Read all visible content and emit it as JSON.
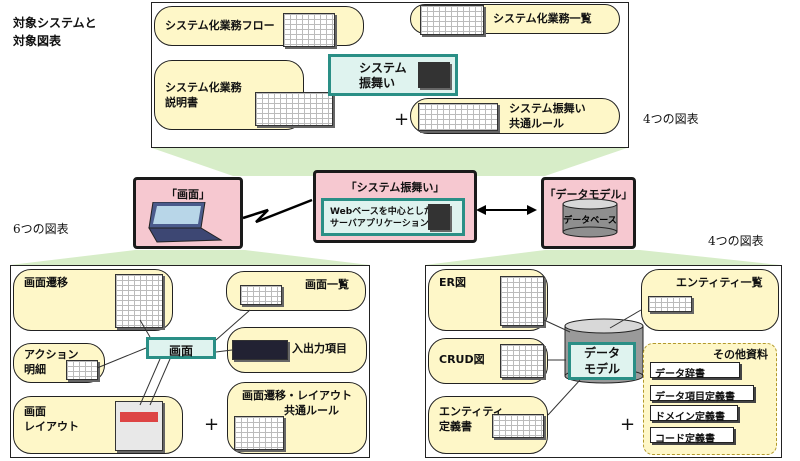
{
  "corner_title": [
    "対象システムと",
    "対象図表"
  ],
  "top": {
    "flow": "システム化業務フロー",
    "list": "システム化業務一覧",
    "desc": [
      "システム化業務",
      "説明書"
    ],
    "behavior": [
      "システム",
      "振舞い"
    ],
    "rules": [
      "システム振舞い",
      "共通ルール"
    ],
    "plus": "+",
    "count": "4つの図表"
  },
  "middle": {
    "screen": "「画面」",
    "system": "「システム振舞い」",
    "web_app": [
      "Webベースを中心とした",
      "サーバアプリケーション"
    ],
    "datamodel": "「データモデル」",
    "database": "データベース",
    "count_left": "6つの図表",
    "count_right": "4つの図表"
  },
  "left": {
    "transition": "画面遷移",
    "list": "画面一覧",
    "action": [
      "アクション",
      "明細"
    ],
    "center": "画面",
    "io": "入出力項目",
    "layout": [
      "画面",
      "レイアウト"
    ],
    "rules": [
      "画面遷移・レイアウト",
      "共通ルール"
    ],
    "plus": "+"
  },
  "right": {
    "er": "ER図",
    "entity_list": "エンティティ一覧",
    "crud": "CRUD図",
    "center": [
      "データ",
      "モデル"
    ],
    "other_title": "その他資料",
    "other_items": [
      "データ辞書",
      "データ項目定義書",
      "ドメイン定義書",
      "コード定義書"
    ],
    "entity_def": [
      "エンティティ",
      "定義書"
    ],
    "plus": "+"
  }
}
